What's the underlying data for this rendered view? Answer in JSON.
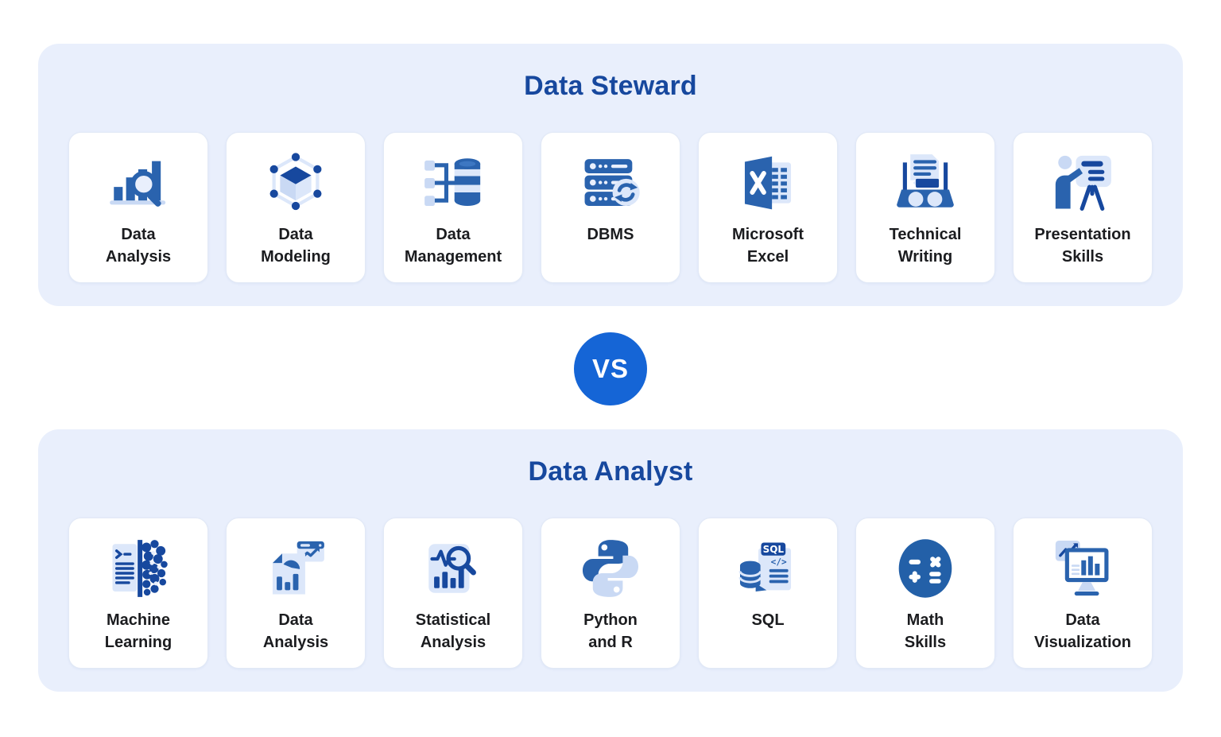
{
  "colors": {
    "page_bg": "#FFFFFF",
    "panel_bg": "#E9EFFC",
    "card_bg": "#FFFFFF",
    "title_blue": "#17489E",
    "icon_blue": "#2A63AE",
    "icon_navy": "#17489E",
    "icon_light_blue": "#C9D9F4",
    "vs_bg": "#1565D6",
    "label_text": "#1B1C1F"
  },
  "vs": {
    "label": "VS"
  },
  "panels": [
    {
      "title": "Data Steward",
      "cards": [
        {
          "label": "Data\nAnalysis",
          "icon": "bar-chart-magnifier-icon"
        },
        {
          "label": "Data\nModeling",
          "icon": "cube-network-icon"
        },
        {
          "label": "Data\nManagement",
          "icon": "database-tree-icon"
        },
        {
          "label": "DBMS",
          "icon": "server-refresh-icon"
        },
        {
          "label": "Microsoft\nExcel",
          "icon": "excel-icon"
        },
        {
          "label": "Technical\nWriting",
          "icon": "typewriter-document-icon"
        },
        {
          "label": "Presentation\nSkills",
          "icon": "presenter-easel-icon"
        }
      ]
    },
    {
      "title": "Data Analyst",
      "cards": [
        {
          "label": "Machine\nLearning",
          "icon": "brain-document-icon"
        },
        {
          "label": "Data\nAnalysis",
          "icon": "report-chart-icon"
        },
        {
          "label": "Statistical\nAnalysis",
          "icon": "waveform-magnifier-icon"
        },
        {
          "label": "Python\nand R",
          "icon": "python-icon"
        },
        {
          "label": "SQL",
          "icon": "sql-database-icon"
        },
        {
          "label": "Math\nSkills",
          "icon": "calculator-symbols-icon"
        },
        {
          "label": "Data\nVisualization",
          "icon": "monitor-chart-icon"
        }
      ]
    }
  ]
}
